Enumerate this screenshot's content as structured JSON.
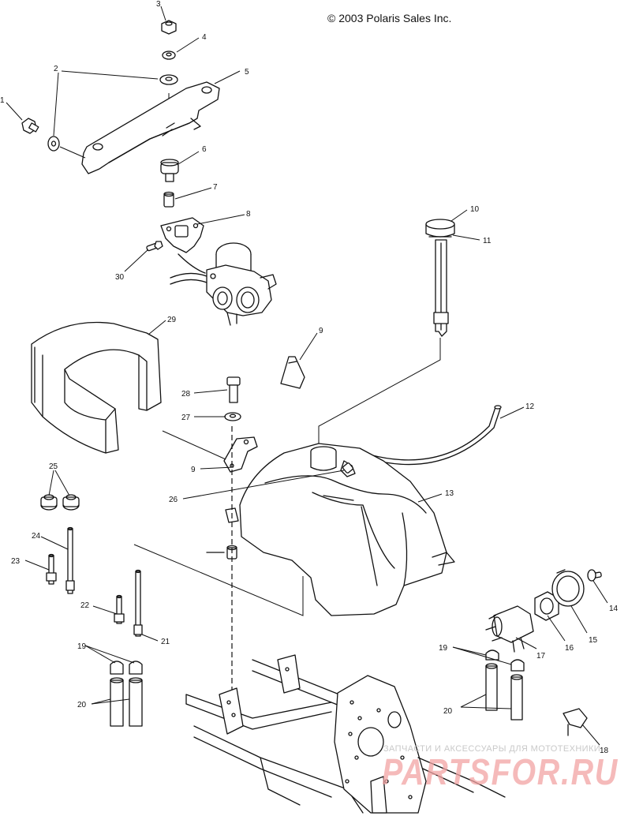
{
  "copyright": "© 2003 Polaris Sales Inc.",
  "callouts": {
    "c1": "1",
    "c2": "2",
    "c3": "3",
    "c4": "4",
    "c5": "5",
    "c6": "6",
    "c7": "7",
    "c8": "8",
    "c9a": "9",
    "c9b": "9",
    "c10": "10",
    "c11": "11",
    "c12": "12",
    "c13": "13",
    "c14": "14",
    "c15": "15",
    "c16": "16",
    "c17": "17",
    "c18": "18",
    "c19a": "19",
    "c19b": "19",
    "c20a": "20",
    "c20b": "20",
    "c21": "21",
    "c22": "22",
    "c23": "23",
    "c24": "24",
    "c25": "25",
    "c26": "26",
    "c27": "27",
    "c28": "28",
    "c29": "29",
    "c30": "30"
  },
  "watermark": {
    "tagline": "ЗАПЧАСТИ И АКСЕССУАРЫ ДЛЯ МОТОТЕХНИКИ",
    "brand": "PARTSFOR.RU"
  }
}
